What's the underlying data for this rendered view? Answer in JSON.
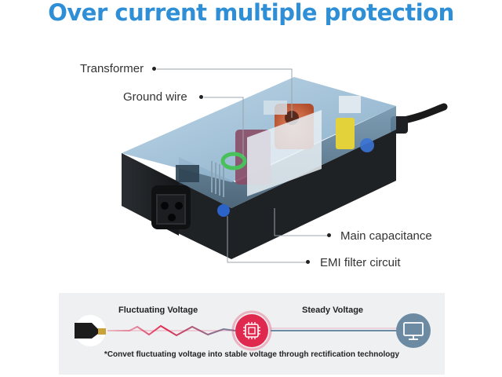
{
  "headline": "Over current multiple protection",
  "callouts": {
    "transformer": "Transformer",
    "ground_wire": "Ground wire",
    "main_capacitance": "Main capacitance",
    "emi_filter": "EMI filter circuit"
  },
  "voltage_bar": {
    "fluctuating_label": "Fluctuating Voltage",
    "steady_label": "Steady Voltage",
    "note": "*Convet fluctuating voltage into stable voltage through rectification technology",
    "chip_icon": "chip-icon",
    "monitor_icon": "monitor-icon",
    "plug_icon": "dc-plug-icon"
  },
  "colors": {
    "headline": "#2f8fd6",
    "accent_red": "#e0294f",
    "accent_steel": "#6d8aa3"
  }
}
